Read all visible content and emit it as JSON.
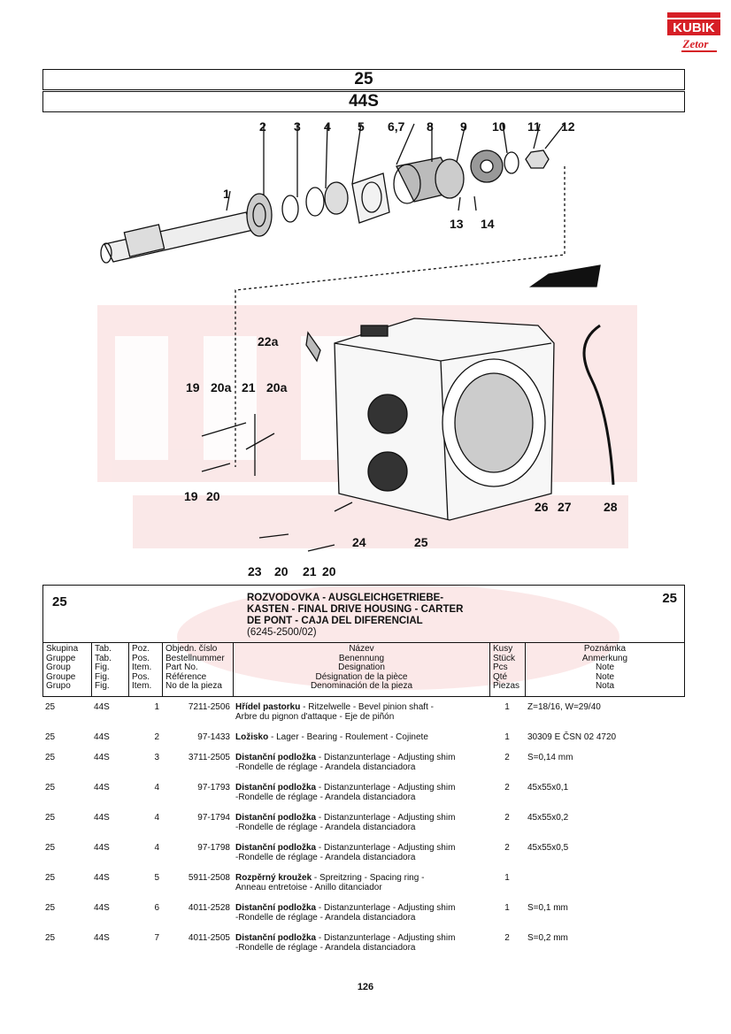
{
  "brand": {
    "logo_top": "KUBIK",
    "logo_bottom": "Zetor",
    "accent": "#d61f26"
  },
  "header": {
    "group": "25",
    "table": "44S"
  },
  "callouts": [
    "1",
    "2",
    "3",
    "4",
    "5",
    "6,7",
    "8",
    "9",
    "10",
    "11",
    "12",
    "13",
    "14",
    "22a",
    "19",
    "20a",
    "21",
    "20a",
    "19",
    "20",
    "24",
    "25",
    "26",
    "27",
    "28",
    "23",
    "20",
    "21",
    "20"
  ],
  "section": {
    "group": "25",
    "title_lines": [
      "ROZVODOVKA - AUSGLEICHGETRIEBE-",
      "KASTEN - FINAL DRIVE HOUSING - CARTER",
      "DE PONT - CAJA DEL DIFERENCIAL"
    ],
    "code": "(6245-2500/02)"
  },
  "columns": {
    "skupina": [
      "Skupina",
      "Gruppe",
      "Group",
      "Groupe",
      "Grupo"
    ],
    "tab": [
      "Tab.",
      "Tab.",
      "Fig.",
      "Fig.",
      "Fig."
    ],
    "poz": [
      "Poz.",
      "Pos.",
      "Item.",
      "Pos.",
      "Item."
    ],
    "cislo": [
      "Objedn. číslo",
      "Bestellnummer",
      "Part No.",
      "Référence",
      "No de la pieza"
    ],
    "nazev": [
      "Název",
      "Benennung",
      "Designation",
      "Désignation de la pièce",
      "Denominación de la pieza"
    ],
    "kusy": [
      "Kusy",
      "Stück",
      "Pcs",
      "Qté",
      "Piezas"
    ],
    "poznamka": [
      "Poznámka",
      "Anmerkung",
      "Note",
      "Note",
      "Nota"
    ]
  },
  "parts": [
    {
      "group": "25",
      "tab": "44S",
      "pos": "1",
      "part": "7211-2506",
      "name_bold": "Hřídel pastorku",
      "name_rest": " - Ritzelwelle - Bevel pinion shaft -",
      "name_line2": "Arbre du pignon d'attaque - Eje de piñón",
      "qty": "1",
      "note": "Z=18/16, W=29/40"
    },
    {
      "group": "25",
      "tab": "44S",
      "pos": "2",
      "part": "97-1433",
      "name_bold": "Ložisko",
      "name_rest": " - Lager - Bearing - Roulement - Cojinete",
      "name_line2": "",
      "qty": "1",
      "note": "30309 E ČSN 02 4720"
    },
    {
      "group": "25",
      "tab": "44S",
      "pos": "3",
      "part": "3711-2505",
      "name_bold": "Distanční podložka",
      "name_rest": " - Distanzunterlage - Adjusting shim",
      "name_line2": "-Rondelle de réglage - Arandela distanciadora",
      "qty": "2",
      "note": "S=0,14 mm"
    },
    {
      "group": "25",
      "tab": "44S",
      "pos": "4",
      "part": "97-1793",
      "name_bold": "Distanční podložka",
      "name_rest": " - Distanzunterlage - Adjusting shim",
      "name_line2": "-Rondelle de réglage - Arandela distanciadora",
      "qty": "2",
      "note": "45x55x0,1"
    },
    {
      "group": "25",
      "tab": "44S",
      "pos": "4",
      "part": "97-1794",
      "name_bold": "Distanční podložka",
      "name_rest": " - Distanzunterlage - Adjusting shim",
      "name_line2": "-Rondelle de réglage - Arandela distanciadora",
      "qty": "2",
      "note": "45x55x0,2"
    },
    {
      "group": "25",
      "tab": "44S",
      "pos": "4",
      "part": "97-1798",
      "name_bold": "Distanční podložka",
      "name_rest": " - Distanzunterlage - Adjusting shim",
      "name_line2": "-Rondelle de réglage - Arandela distanciadora",
      "qty": "2",
      "note": "45x55x0,5"
    },
    {
      "group": "25",
      "tab": "44S",
      "pos": "5",
      "part": "5911-2508",
      "name_bold": "Rozpěrný kroužek",
      "name_rest": " - Spreitzring - Spacing ring -",
      "name_line2": "Anneau entretoise - Anillo ditanciador",
      "qty": "1",
      "note": ""
    },
    {
      "group": "25",
      "tab": "44S",
      "pos": "6",
      "part": "4011-2528",
      "name_bold": "Distanční podložka",
      "name_rest": " - Distanzunterlage - Adjusting shim",
      "name_line2": "-Rondelle de réglage - Arandela distanciadora",
      "qty": "1",
      "note": "S=0,1 mm"
    },
    {
      "group": "25",
      "tab": "44S",
      "pos": "7",
      "part": "4011-2505",
      "name_bold": "Distanční podložka",
      "name_rest": " - Distanzunterlage - Adjusting shim",
      "name_line2": "-Rondelle de réglage - Arandela distanciadora",
      "qty": "2",
      "note": "S=0,2 mm"
    }
  ],
  "page_number": "126"
}
